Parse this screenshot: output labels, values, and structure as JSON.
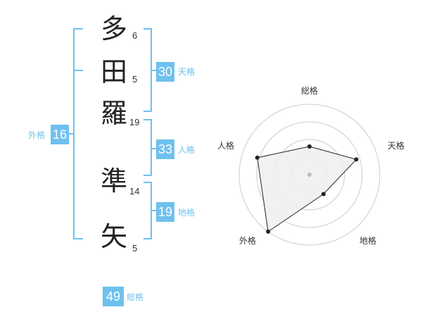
{
  "name": {
    "characters": [
      {
        "char": "多",
        "strokes": "6"
      },
      {
        "char": "田",
        "strokes": "5"
      },
      {
        "char": "羅",
        "strokes": "19"
      },
      {
        "char": "準",
        "strokes": "14"
      },
      {
        "char": "矢",
        "strokes": "5"
      }
    ]
  },
  "scores": {
    "tenkaku": {
      "value": "30",
      "label": "天格"
    },
    "jinkaku": {
      "value": "33",
      "label": "人格"
    },
    "chikaku": {
      "value": "19",
      "label": "地格"
    },
    "gaikaku": {
      "value": "16",
      "label": "外格"
    },
    "soukaku": {
      "value": "49",
      "label": "総格"
    }
  },
  "colors": {
    "accent": "#6ec1ee",
    "text": "#222222",
    "grid": "#cccccc",
    "fill": "#eeeeee"
  },
  "chart_data": {
    "type": "radar",
    "axes": [
      "総格",
      "天格",
      "地格",
      "外格",
      "人格"
    ],
    "values": [
      0.4,
      0.7,
      0.34,
      1.0,
      0.78
    ],
    "rings": 4
  }
}
